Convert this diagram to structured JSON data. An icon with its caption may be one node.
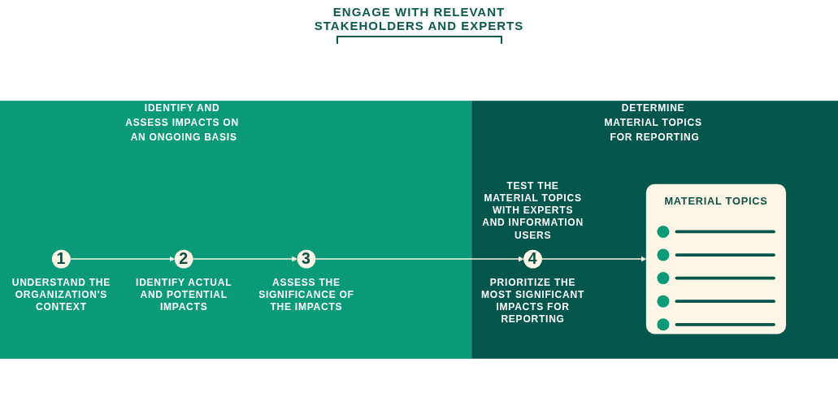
{
  "diagram": {
    "nodes": [
      {
        "text": [
          "IDENTIFY AND ASSESS IMPACTS ON AN ONGOING BASIS"
        ]
      },
      {
        "text": [
          "1"
        ],
        "beside": [
          "UNDERSTAND THE ORGANIZATION'S CONTEXT"
        ],
        "in": 0
      },
      {
        "text": [
          "2"
        ],
        "beside": [
          "IDENTIFY ACTUAL AND POTENTIAL IMPACTS"
        ],
        "in": 0
      },
      {
        "text": [
          "3"
        ],
        "beside": [
          "ASSESS THE SIGNIFICANCE OF THE IMPACTS"
        ],
        "in": 0
      },
      {
        "text": [
          "DETERMINE MATERIAL TOPICS FOR REPORTING"
        ]
      },
      {
        "text": [
          "4"
        ],
        "beside": [
          "TEST THE MATERIAL TOPICS WITH EXPERTS AND INFORMATION USERS",
          "PRIORITIZE THE MOST SIGNIFICANT IMPACTS FOR REPORTING"
        ],
        "in": 4
      },
      {
        "text": [
          "MATERIAL TOPICS"
        ],
        "in": 4
      }
    ],
    "edges": [
      {
        "from": 1,
        "to": 2,
        "arrow": "to"
      },
      {
        "from": 2,
        "to": 3,
        "arrow": "to"
      },
      {
        "from": 3,
        "to": 5,
        "arrow": "to"
      },
      {
        "from": 5,
        "to": 6,
        "arrow": "to"
      }
    ],
    "labels": [
      "ENGAGE WITH RELEVANT STAKEHOLDERS AND EXPERTS"
    ]
  }
}
